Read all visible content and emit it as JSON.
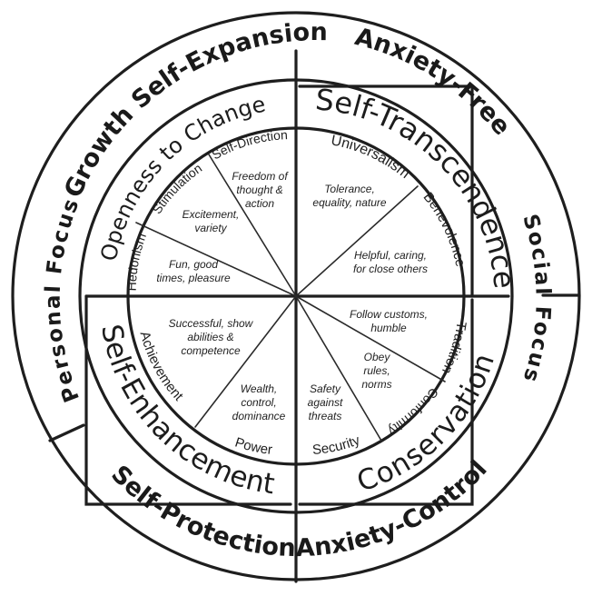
{
  "outer": {
    "top_left": "Growth Self-Expansion",
    "top_right": "Anxiety-Free",
    "bottom_left": "Self-Protection",
    "bottom_right": "Anxiety-Control",
    "left": "Personal Focus",
    "right": "Social Focus"
  },
  "groups": {
    "openness": "Openness to Change",
    "transcendence": "Self-Transcendence",
    "enhancement": "Self-Enhancement",
    "conservation": "Conservation"
  },
  "values": {
    "self_direction": "Self-Direction",
    "universalism": "Universalism",
    "benevolence": "Benevolence",
    "tradition": "Tradition",
    "conformity": "Conformity",
    "security": "Security",
    "power": "Power",
    "achievement": "Achievement",
    "hedonism": "Hedonism",
    "stimulation": "Stimulation"
  },
  "descriptions": {
    "self_direction": [
      "Freedom of",
      "thought &",
      "action"
    ],
    "stimulation": [
      "Excitement,",
      "variety"
    ],
    "hedonism": [
      "Fun, good",
      "times, pleasure"
    ],
    "universalism": [
      "Tolerance,",
      "equality, nature"
    ],
    "benevolence": [
      "Helpful, caring,",
      "for close others"
    ],
    "tradition": [
      "Follow customs,",
      "humble"
    ],
    "conformity": [
      "Obey",
      "rules,",
      "norms"
    ],
    "security": [
      "Safety",
      "against",
      "threats"
    ],
    "power": [
      "Wealth,",
      "control,",
      "dominance"
    ],
    "achievement": [
      "Successful, show",
      "abilities &",
      "competence"
    ]
  }
}
